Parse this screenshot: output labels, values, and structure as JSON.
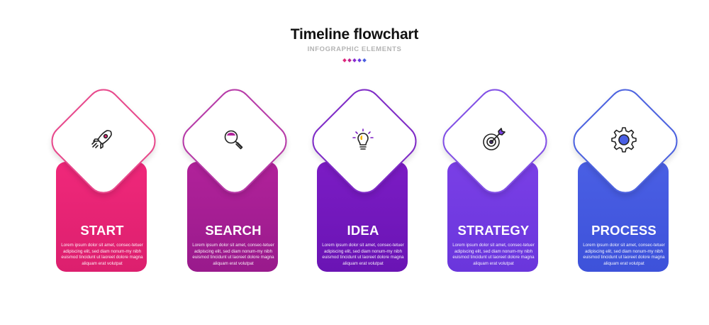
{
  "header": {
    "title": "Timeline flowchart",
    "subtitle": "INFOGRAPHIC ELEMENTS",
    "dot_colors": [
      "#e0287a",
      "#c02590",
      "#8a2bd0",
      "#6a3fe0",
      "#4b5fe0"
    ]
  },
  "steps": [
    {
      "label": "START",
      "description": "Lorem ipsum dolor sit amet, consec-tetuer adipiscing elit, sed diam nonum-my nibh euismod tincidunt ut laoreet dolore magna aliquam erat volutpat",
      "icon": "rocket-icon",
      "color": "#f0287a",
      "color_dark": "#dc1f6e",
      "border": "#e8498c"
    },
    {
      "label": "SEARCH",
      "description": "Lorem ipsum dolor sit amet, consec-tetuer adipiscing elit, sed diam nonum-my nibh euismod tincidunt ut laoreet dolore magna aliquam erat volutpat",
      "icon": "magnifier-icon",
      "color": "#b1229a",
      "color_dark": "#991a8c",
      "border": "#b73aa8"
    },
    {
      "label": "IDEA",
      "description": "Lorem ipsum dolor sit amet, consec-tetuer adipiscing elit, sed diam nonum-my nibh euismod tincidunt ut laoreet dolore magna aliquam erat volutpat",
      "icon": "lightbulb-icon",
      "color": "#7b1cc4",
      "color_dark": "#6a14b4",
      "border": "#7f2bc7"
    },
    {
      "label": "STRATEGY",
      "description": "Lorem ipsum dolor sit amet, consec-tetuer adipiscing elit, sed diam nonum-my nibh euismod tincidunt ut laoreet dolore magna aliquam erat volutpat",
      "icon": "target-icon",
      "color": "#7a3fe6",
      "color_dark": "#6a36dc",
      "border": "#8250e6"
    },
    {
      "label": "PROCESS",
      "description": "Lorem ipsum dolor sit amet, consec-tetuer adipiscing elit, sed diam nonum-my nibh euismod tincidunt ut laoreet dolore magna aliquam erat volutpat",
      "icon": "gear-icon",
      "color": "#4a5fe4",
      "color_dark": "#3d52da",
      "border": "#4d63e0"
    }
  ]
}
